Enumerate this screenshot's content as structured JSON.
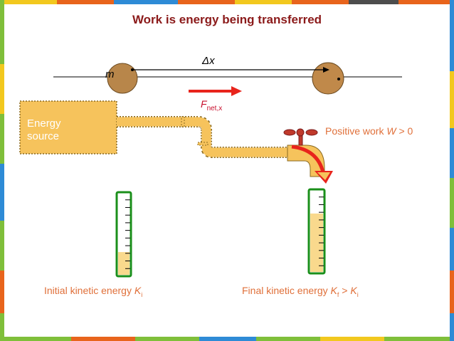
{
  "title": "Work is energy being transferred",
  "labels": {
    "delta_x": "Δx",
    "mass": "m",
    "force_symbol": "F",
    "force_subscript": "net,x",
    "energy_source": "Energy source",
    "positive_work_text": "Positive work ",
    "positive_work_symbol": "W",
    "positive_work_rest": " > 0",
    "initial_ke_text": "Initial kinetic energy ",
    "initial_ke_symbol": "K",
    "initial_ke_sub": "i",
    "final_ke_text": "Final kinetic energy ",
    "final_ke_symbol": "K",
    "final_ke_sub": "f",
    "final_ke_compare": " > ",
    "final_ke_symbol2": "K",
    "final_ke_sub2": "i"
  },
  "gauges": {
    "initial_fill_fraction": 0.28,
    "final_fill_fraction": 0.72,
    "tick_count": 10
  },
  "colors": {
    "fill": "#f6c35c",
    "fill_light": "#f9d98d",
    "gauge_border": "#1a8f1a",
    "arrow": "#e8241c",
    "text_orange": "#e0703a",
    "title": "#8b1a1a",
    "ball": "#b8864a"
  }
}
